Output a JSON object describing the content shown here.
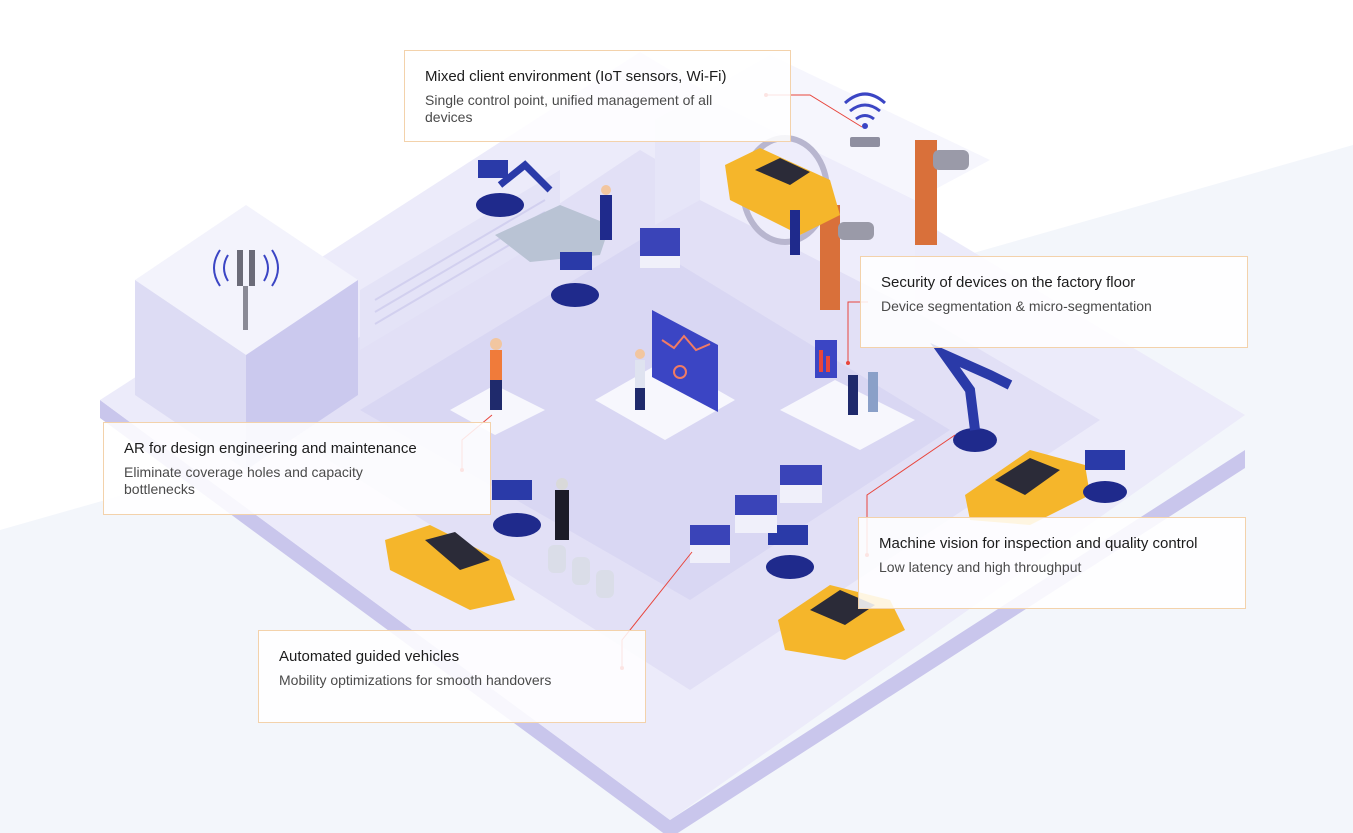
{
  "colors": {
    "accent_line": "#e8453c",
    "callout_border": "#f3d2ab",
    "floor": "#eceaf9",
    "platform": "#dcdaf3",
    "robot_blue": "#1f2a8c",
    "car_yellow": "#f5b62b",
    "pillar_orange": "#d9703a"
  },
  "callouts": [
    {
      "id": "iot",
      "title": "Mixed client environment (IoT sensors, Wi-Fi)",
      "description": "Single control point, unified management of all devices",
      "icon": "wifi-icon"
    },
    {
      "id": "security",
      "title": "Security of devices on the factory floor",
      "description": "Device segmentation & micro-segmentation",
      "icon": "security-camera-icon"
    },
    {
      "id": "ar",
      "title": "AR for design engineering and maintenance",
      "description": "Eliminate coverage holes and capacity bottlenecks",
      "icon": "ar-headset-icon"
    },
    {
      "id": "vision",
      "title": "Machine vision for inspection and quality control",
      "description": "Low latency and high throughput",
      "icon": "robot-arm-icon"
    },
    {
      "id": "agv",
      "title": "Automated guided vehicles",
      "description": "Mobility optimizations for smooth handovers",
      "icon": "agv-icon"
    }
  ]
}
